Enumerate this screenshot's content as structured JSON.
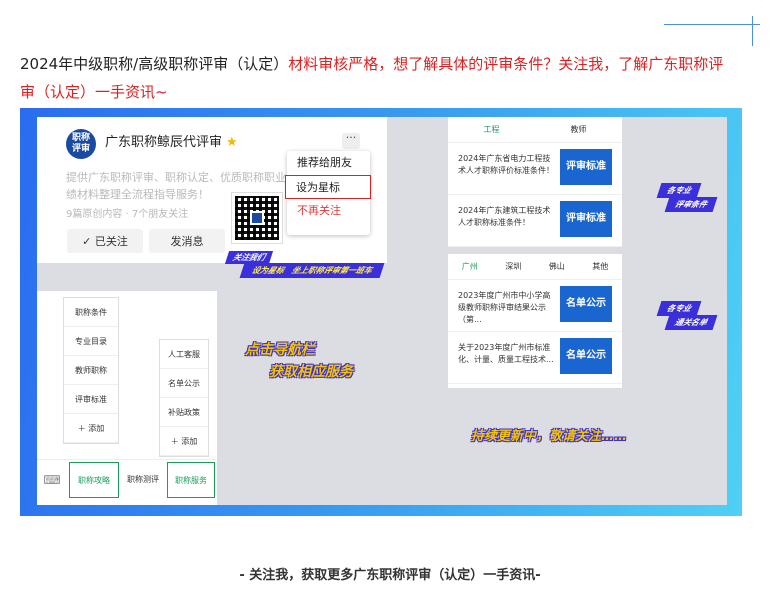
{
  "intro": {
    "part1": "2024年中级职称/高级职称评审（认定）",
    "part2": "材料审核严格，想了解具体的评审条件？关注我，了解广东职称评审（认定）一手资讯~"
  },
  "profile": {
    "logo_line1": "职称",
    "logo_line2": "评审",
    "name": "广东职称鲸辰代评审",
    "star": "★",
    "desc": "提供广东职称评审、职称认定、优质职称职业绩材料整理全流程指导服务！",
    "stats": "9篇原创内容 · 7个朋友关注",
    "followed_label": "✓ 已关注",
    "message_label": "发消息",
    "more": "···"
  },
  "menu": {
    "recommend": "推荐给朋友",
    "star_mark": "设为星标",
    "unfollow": "不再关注"
  },
  "follow_tag": "关注我们",
  "follow_strip": "设为星标　坐上职称评审第一班车",
  "panel_a": {
    "tabs": [
      "工程",
      "教师"
    ],
    "news": [
      {
        "title": "2024年广东省电力工程技术人才职称评价标准条件！",
        "img": "评审标准"
      },
      {
        "title": "2024年广东建筑工程技术人才职称标准条件！",
        "img": "评审标准"
      }
    ]
  },
  "panel_b": {
    "tabs": [
      "广州",
      "深圳",
      "佛山",
      "其他"
    ],
    "news": [
      {
        "title": "2023年度广州市中小学高级教师职称评审结果公示（第...",
        "img": "名单公示"
      },
      {
        "title": "关于2023年度广州市标准化、计量、质量工程技术...",
        "img": "名单公示"
      }
    ]
  },
  "side_tags": {
    "t1a": "各专业",
    "t1b": "评审条件",
    "t2a": "各专业",
    "t2b": "通关名单"
  },
  "nav": {
    "col1": [
      "职称条件",
      "专业目录",
      "教师职称",
      "评审标准",
      "＋ 添加"
    ],
    "col2": [
      "人工客服",
      "名单公示",
      "补贴政策",
      "＋ 添加"
    ],
    "keyboard": "⌨",
    "bar": [
      "职称攻略",
      "职称测评",
      "职称服务"
    ]
  },
  "hints": {
    "h1": "点击导航栏",
    "h2": "获取相应服务",
    "h3": "持续更新中，敬请关注……"
  },
  "footer": "- 关注我，获取更多广东职称评审（认定）一手资讯-",
  "colors": {
    "accent_red": "#e02020",
    "brand_blue": "#1a66d0",
    "tag_purple": "#3a2fd8",
    "wechat_green": "#18a058"
  }
}
